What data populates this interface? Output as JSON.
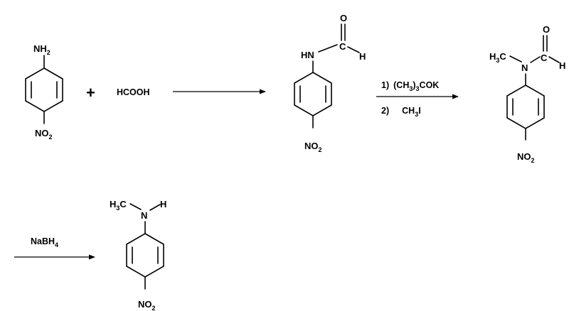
{
  "colors": {
    "ink": "#000000",
    "background": "#ffffff"
  },
  "reactant": {
    "group_top": "NH",
    "group_top_sub": "2",
    "group_bottom": "NO",
    "group_bottom_sub": "2"
  },
  "plus_sign": "+",
  "reagent_acid": "HCOOH",
  "formamide": {
    "nh": "HN",
    "carbonyl_o": "O",
    "carbon": "C",
    "hydrogen": "H",
    "group_bottom": "NO",
    "group_bottom_sub": "2"
  },
  "step2_reagents": {
    "line1_num": "1)",
    "line1_a": "(CH",
    "line1_sub1": "3",
    "line1_b": ")",
    "line1_sub2": "3",
    "line1_c": "COK",
    "line2_num": "2)",
    "line2_a": "CH",
    "line2_sub": "3",
    "line2_b": "I"
  },
  "methyl_formamide": {
    "methyl": "H",
    "methyl_sub": "3",
    "methyl_c": "C",
    "nitrogen": "N",
    "carbonyl_o": "O",
    "carbon": "C",
    "hydrogen": "H",
    "group_bottom": "NO",
    "group_bottom_sub": "2"
  },
  "step3_reagent": {
    "a": "NaBH",
    "sub": "4"
  },
  "product": {
    "methyl": "H",
    "methyl_sub": "3",
    "methyl_c": "C",
    "nitrogen": "N",
    "hydrogen": "H",
    "group_bottom": "NO",
    "group_bottom_sub": "2"
  }
}
